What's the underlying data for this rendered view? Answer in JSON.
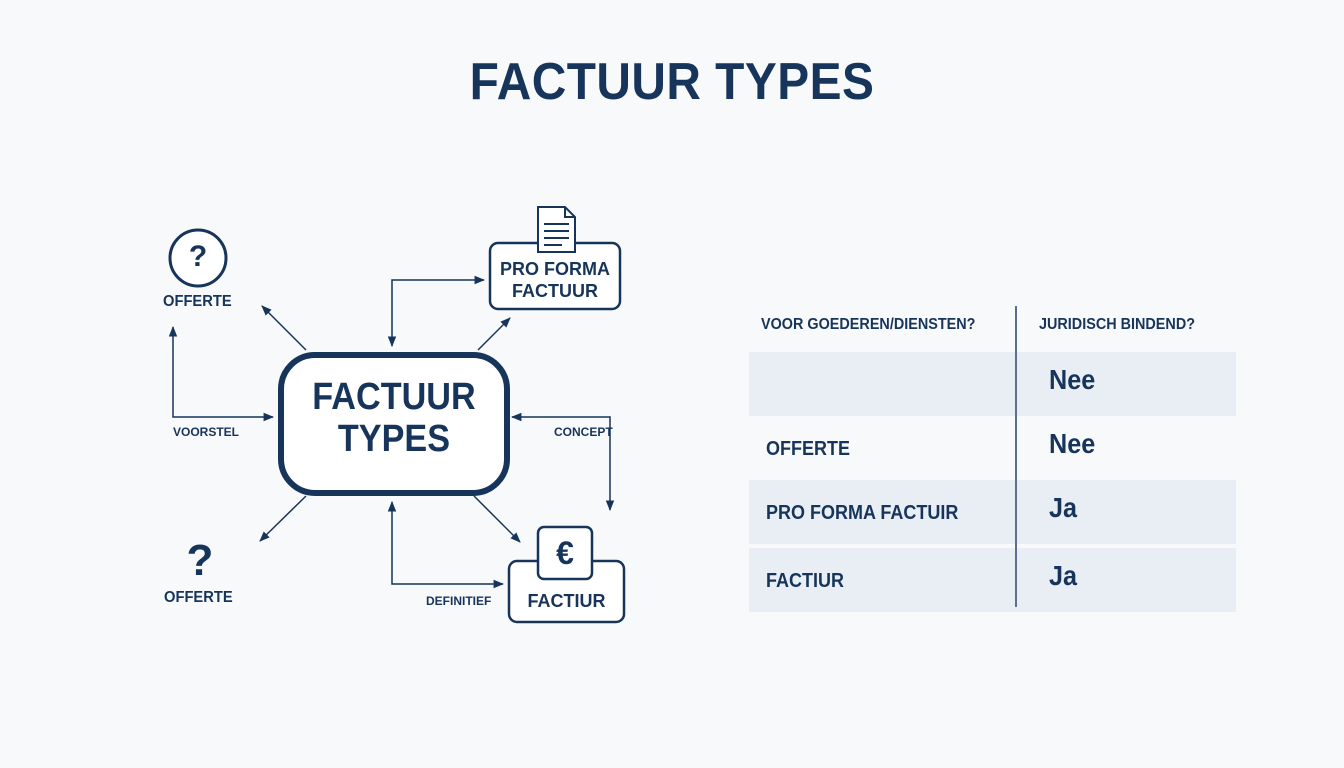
{
  "title": "FACTUUR TYPES",
  "diagram": {
    "hub": [
      "FACTUUR",
      "TYPES"
    ],
    "nodes": {
      "offerte_top": "OFFERTE",
      "offerte_bottom": "OFFERTE",
      "pro_forma": [
        "PRO FORMA",
        "FACTUUR"
      ],
      "factiur": "FACTIUR"
    },
    "edge_labels": {
      "voorstel": "VOORSTEL",
      "concept": "CONCEPT",
      "definitief": "DEFINITIEF"
    },
    "icons": {
      "question_top": "question-circle-icon",
      "question_bottom": "question-icon",
      "document": "document-icon",
      "euro": "euro-icon"
    }
  },
  "table": {
    "headers": [
      "VOOR GOEDEREN/DIENSTEN?",
      "JURIDISCH BINDEND?"
    ],
    "rows": [
      {
        "left": "",
        "right": "Nee"
      },
      {
        "left": "OFFERTE",
        "right": "Nee"
      },
      {
        "left": "PRO FORMA FACTUIR",
        "right": "Ja"
      },
      {
        "left": "FACTIUR",
        "right": "Ja"
      }
    ]
  },
  "colors": {
    "primary": "#17345a",
    "background": "#f7f9fb",
    "row_shade": "#e9eef5"
  }
}
